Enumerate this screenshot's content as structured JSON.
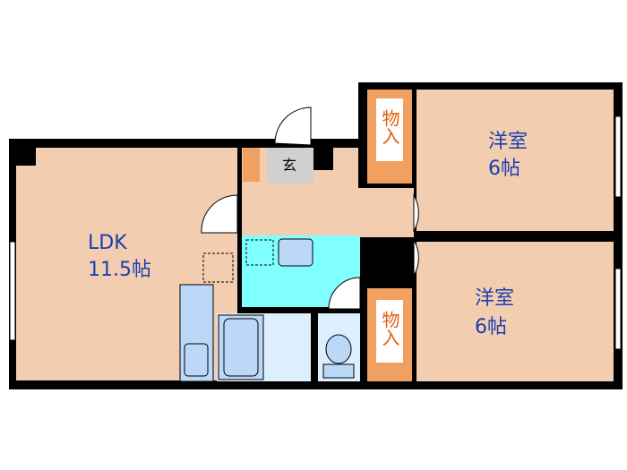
{
  "plan": {
    "ldk": {
      "name": "LDK",
      "size": "11.5帖"
    },
    "room_upper": {
      "name": "洋室",
      "size": "6帖"
    },
    "room_lower": {
      "name": "洋室",
      "size": "6帖"
    },
    "storage_upper": "物入",
    "storage_lower": "物入",
    "entrance": "玄"
  },
  "colors": {
    "room": "#f3cdb0",
    "storage": "#f0a060",
    "wet": "#80ffff",
    "fixture": "#bcd8f8",
    "entrance": "#d0d0d0",
    "wall": "#000000"
  }
}
